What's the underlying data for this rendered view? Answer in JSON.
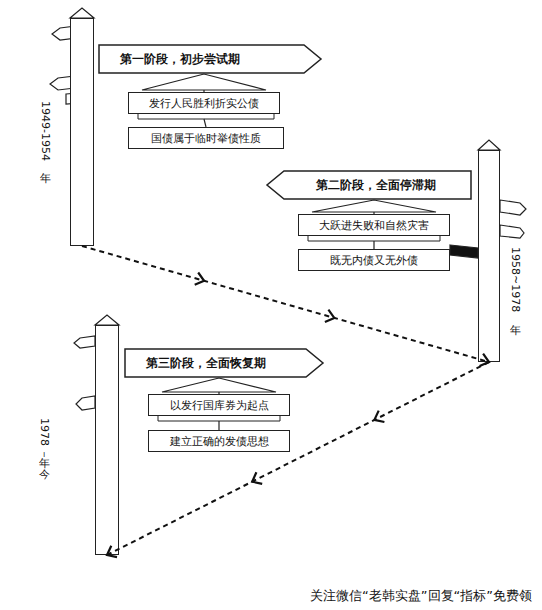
{
  "diagram": {
    "nodes": [
      {
        "text": [
          "1949-1954 年"
        ]
      },
      {
        "text": [
          "第一阶段，初步尝试期"
        ]
      },
      {
        "text": [
          "发行人民胜利折实公债"
        ]
      },
      {
        "text": [
          "国债属于临时举债性质"
        ]
      },
      {
        "text": [
          "1958~1978 年"
        ]
      },
      {
        "text": [
          "第二阶段，全面停滞期"
        ]
      },
      {
        "text": [
          "大跃进失败和自然灾害"
        ]
      },
      {
        "text": [
          "既无内债又无外债"
        ]
      },
      {
        "text": [
          "1978 年－今"
        ]
      },
      {
        "text": [
          "第三阶段，全面恢复期"
        ]
      },
      {
        "text": [
          "以发行国库券为起点"
        ]
      },
      {
        "text": [
          "建立正确的发债思想"
        ]
      }
    ],
    "edges": [
      {
        "from": 0,
        "to": 4,
        "arrow": "to"
      },
      {
        "from": 4,
        "to": 8,
        "arrow": "to"
      },
      {
        "from": 1,
        "to": 2,
        "arrow": "none"
      },
      {
        "from": 2,
        "to": 3,
        "arrow": "none"
      },
      {
        "from": 5,
        "to": 6,
        "arrow": "none"
      },
      {
        "from": 6,
        "to": 7,
        "arrow": "none"
      },
      {
        "from": 9,
        "to": 10,
        "arrow": "none"
      },
      {
        "from": 10,
        "to": 11,
        "arrow": "none"
      }
    ],
    "labels": [
      "关注微信“老韩实盘”回复“指标”免费领"
    ]
  }
}
